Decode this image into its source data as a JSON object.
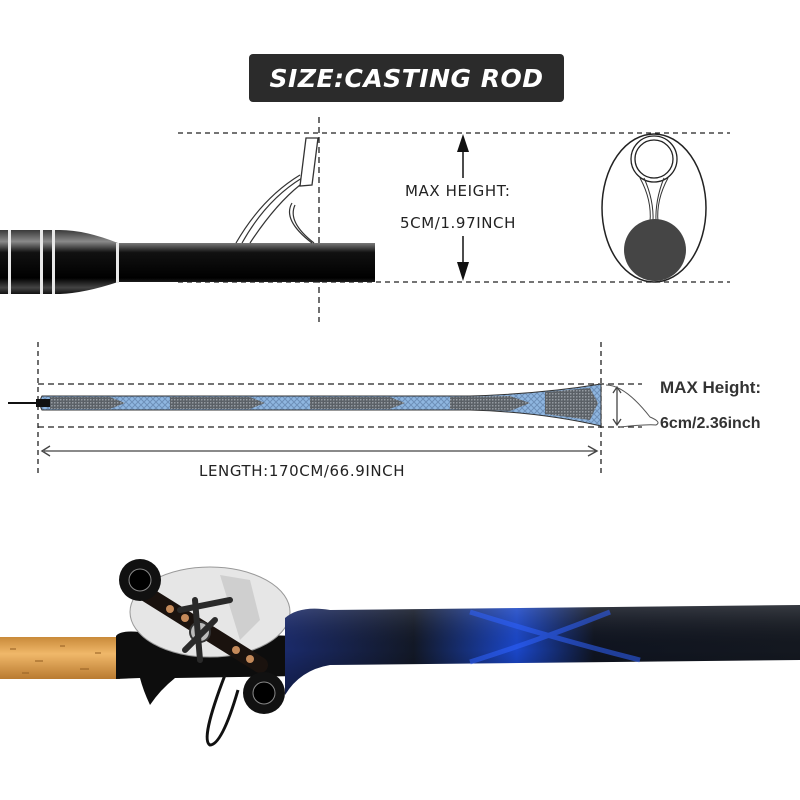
{
  "title": "SIZE:CASTING ROD",
  "rod_diagram": {
    "max_height_label": "MAX HEIGHT:",
    "max_height_value": "5CM/1.97INCH"
  },
  "sleeve_diagram": {
    "length_label": "LENGTH:170CM/66.9INCH",
    "max_height_label": "MAX Height:",
    "max_height_value": "6cm/2.36inch"
  },
  "colors": {
    "title_bg": "#2b2b2b",
    "title_text": "#ffffff",
    "sleeve_blue": "#7fa8d8",
    "sleeve_dark": "#4a4a4a",
    "cork": "#e0a45a",
    "cover_blue": "#1e4bd0",
    "guide_ball": "#454545"
  },
  "photo": {
    "subject": "casting rod with baitcasting reel and blue-black braided rod sleeve"
  }
}
